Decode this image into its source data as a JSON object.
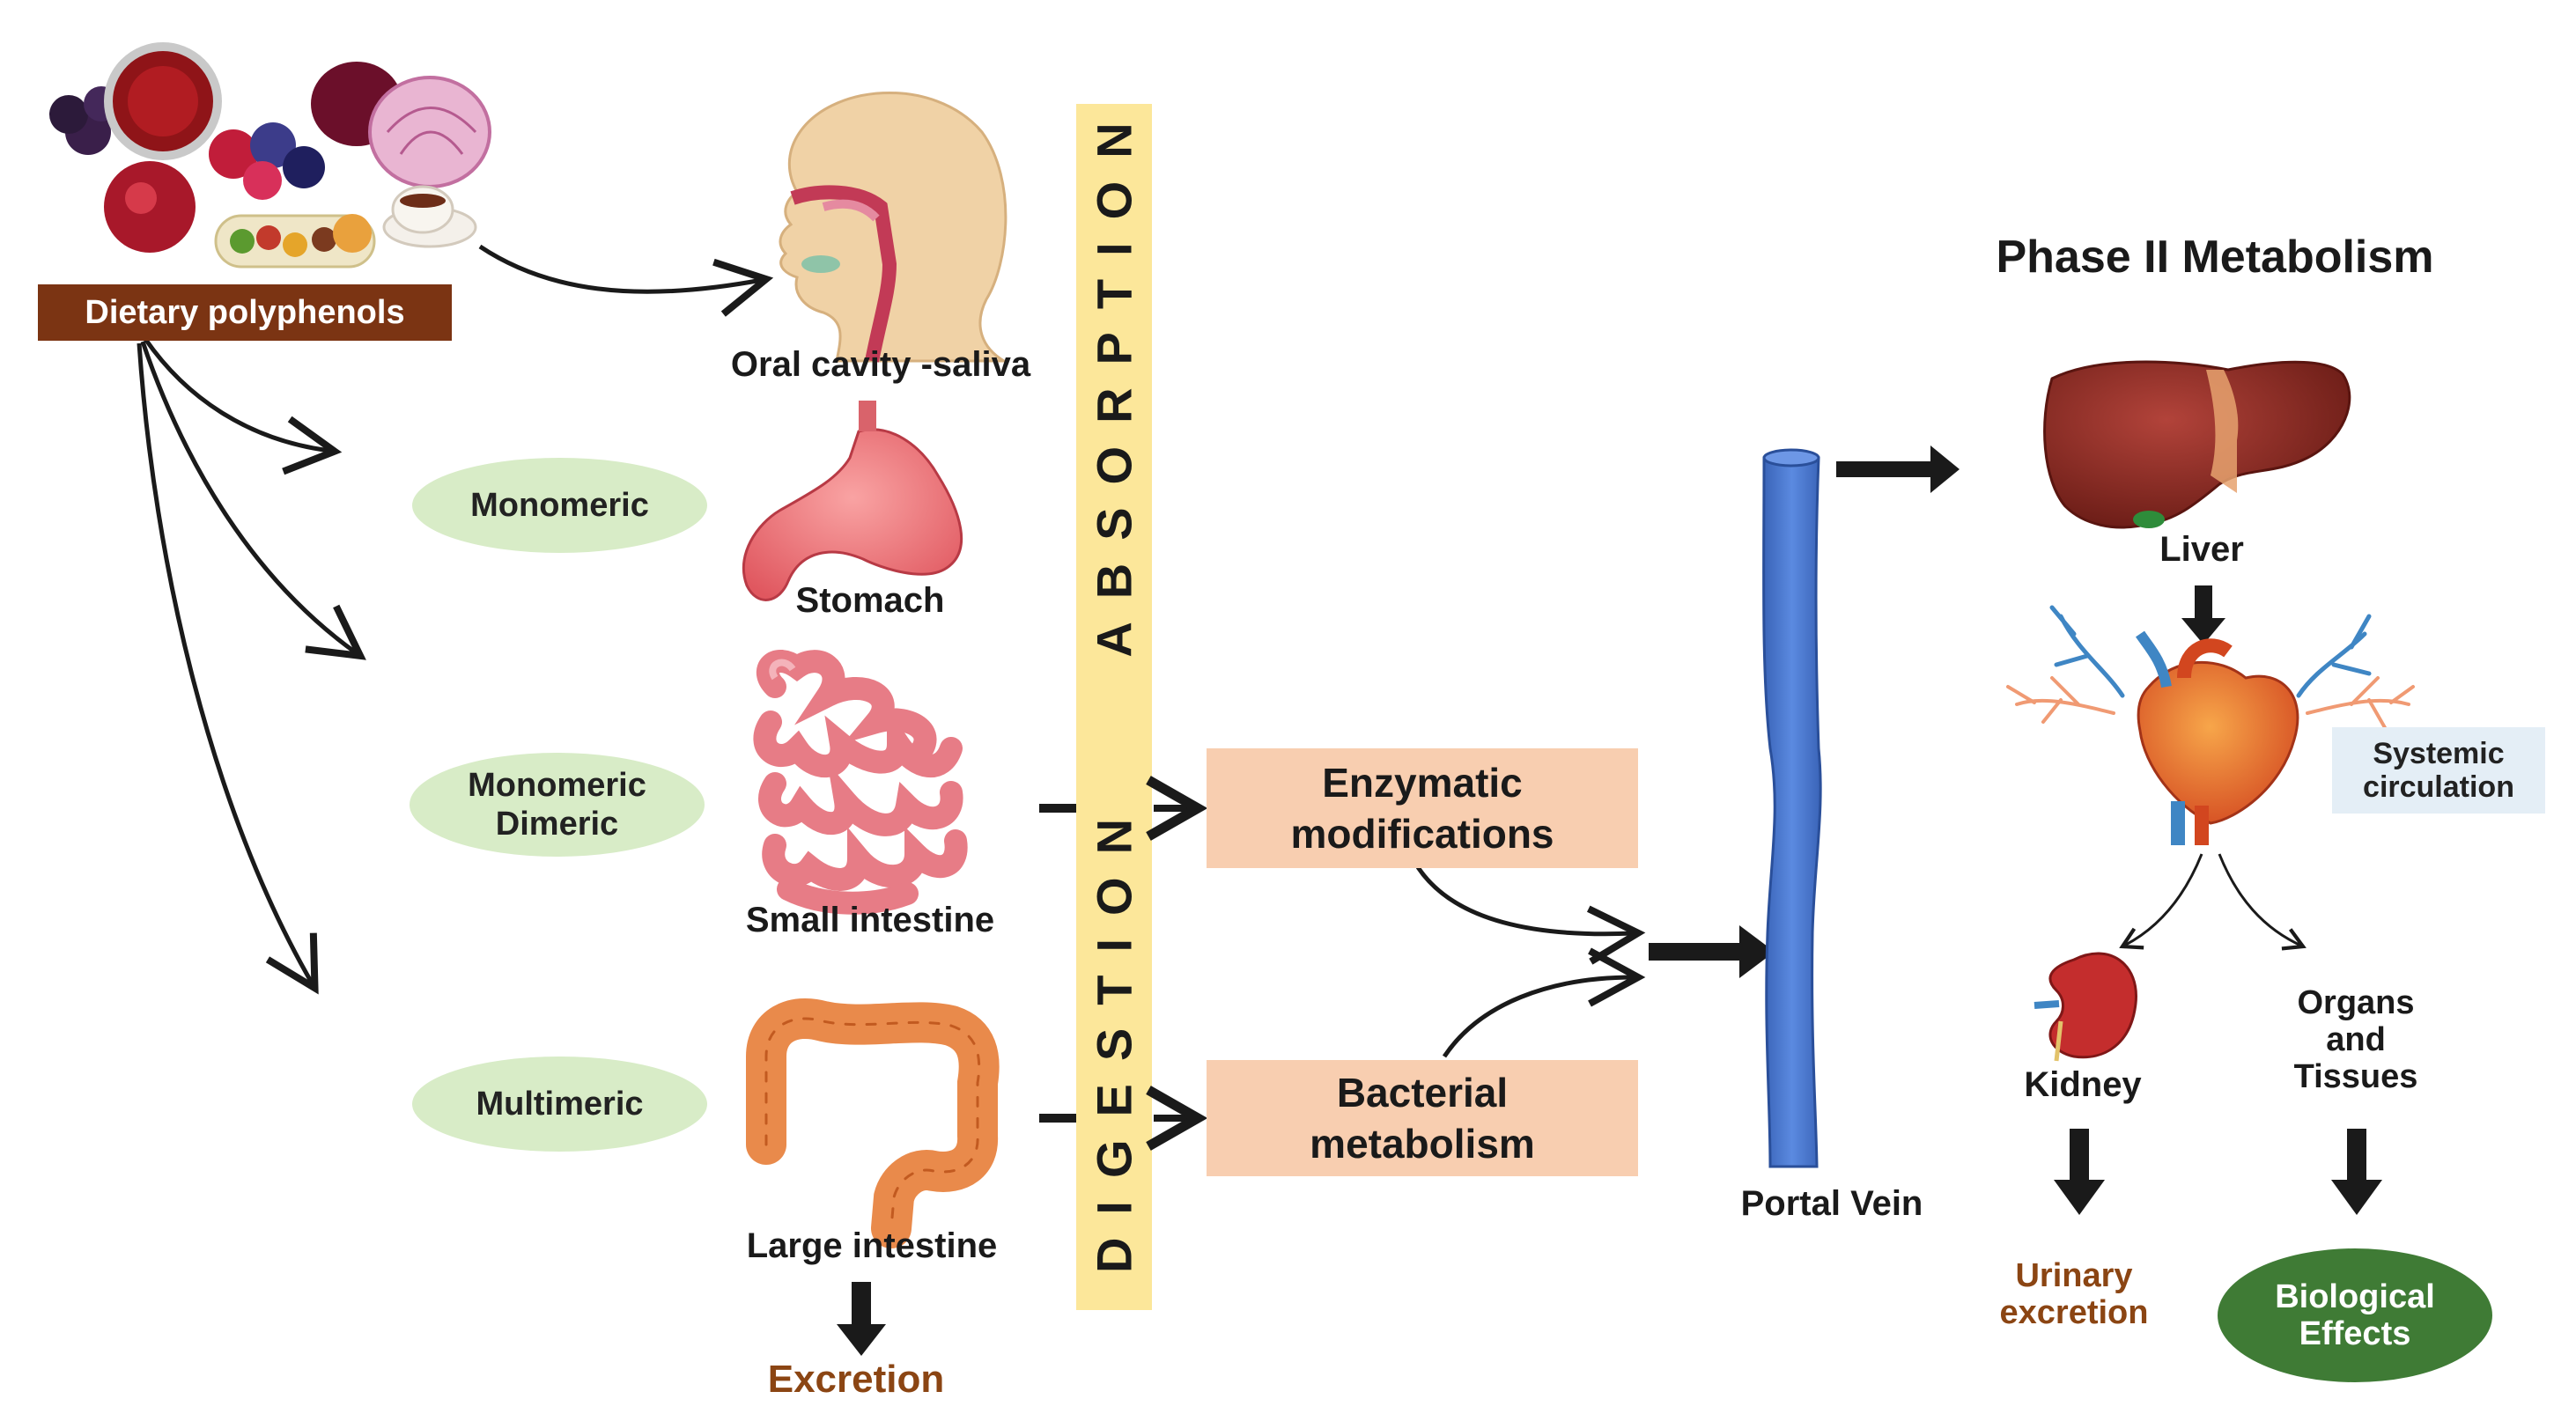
{
  "source": {
    "label": "Dietary polyphenols",
    "colors": {
      "box": "#7b3413",
      "box_text": "#ffffff"
    }
  },
  "organs": {
    "oral": "Oral cavity -saliva",
    "stomach": "Stomach",
    "small_intestine": "Small intestine",
    "large_intestine": "Large intestine"
  },
  "forms": {
    "stomach": [
      "Monomeric"
    ],
    "small_intestine": [
      "Monomeric",
      "Dimeric"
    ],
    "large_intestine": [
      "Multimeric"
    ]
  },
  "band": {
    "top": "ABSORPTION",
    "bottom": "DIGESTION",
    "color": "#fce79a"
  },
  "processes": {
    "enzymatic": [
      "Enzymatic",
      "modifications"
    ],
    "bacterial": [
      "Bacterial",
      "metabolism"
    ],
    "color": "#f8ceb0"
  },
  "excretion": "Excretion",
  "portal_vein": {
    "label": "Portal Vein",
    "color": "#4a78cc"
  },
  "phase2": {
    "title": "Phase II Metabolism",
    "liver": "Liver",
    "systemic": [
      "Systemic",
      "circulation"
    ],
    "kidney": "Kidney",
    "organs": [
      "Organs",
      "and",
      "Tissues"
    ],
    "urinary": [
      "Urinary",
      "excretion"
    ],
    "biological": [
      "Biological",
      "Effects"
    ]
  },
  "icons": [
    "food-collage-icon",
    "head-profile-icon",
    "stomach-icon",
    "small-intestine-icon",
    "large-intestine-icon",
    "liver-icon",
    "heart-icon",
    "kidney-icon"
  ],
  "colors": {
    "ellipse": "#d8ecc7",
    "excretion_text": "#8b4513",
    "urinary_text": "#8b4513",
    "bio_fill": "#3f7b35"
  }
}
